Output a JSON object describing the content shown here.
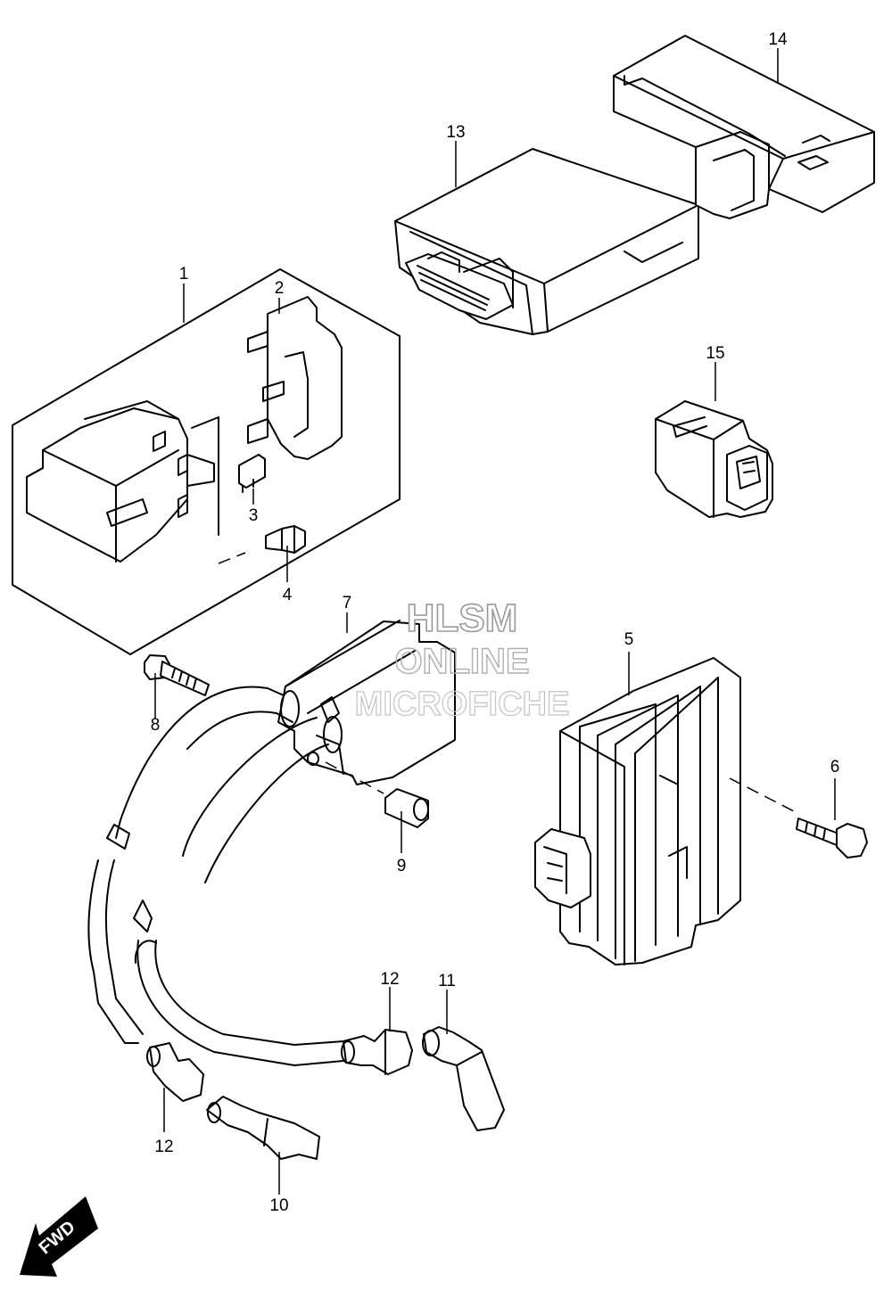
{
  "watermark": {
    "line1": "HLSM",
    "line2": "ONLINE",
    "line3": "MICROFICHE"
  },
  "direction_arrow": {
    "label": "FWD"
  },
  "callouts": {
    "p1": "1",
    "p2": "2",
    "p3": "3",
    "p4": "4",
    "p5": "5",
    "p6": "6",
    "p7": "7",
    "p8": "8",
    "p9": "9",
    "p10": "10",
    "p11": "11",
    "p12a": "12",
    "p12b": "12",
    "p13": "13",
    "p14": "14",
    "p15": "15"
  }
}
